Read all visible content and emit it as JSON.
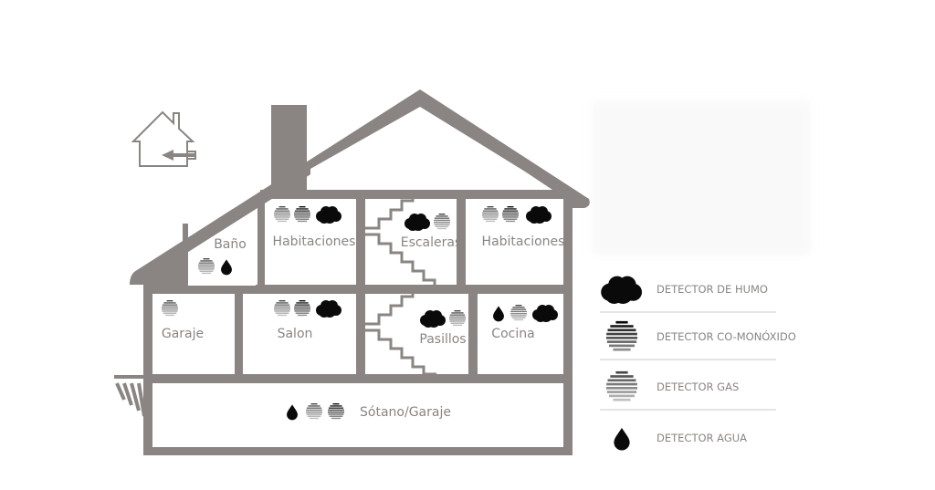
{
  "colors": {
    "wall": "#8a8582",
    "detector": "#0a0a0a",
    "label": "#8a8582",
    "divider": "#cfcbc8",
    "background": "#ffffff"
  },
  "entrance_icon": {
    "name": "house-entrance-arrow-icon"
  },
  "rooms": [
    {
      "id": "bano",
      "label": "Baño",
      "detectors": [
        "gas",
        "water"
      ]
    },
    {
      "id": "habitaciones-1",
      "label": "Habitaciones",
      "detectors": [
        "gas",
        "co",
        "smoke"
      ]
    },
    {
      "id": "escaleras",
      "label": "Escaleras",
      "detectors": [
        "smoke",
        "gas"
      ]
    },
    {
      "id": "habitaciones-2",
      "label": "Habitaciones",
      "detectors": [
        "gas",
        "co",
        "smoke"
      ]
    },
    {
      "id": "garaje",
      "label": "Garaje",
      "detectors": [
        "gas"
      ]
    },
    {
      "id": "salon",
      "label": "Salon",
      "detectors": [
        "gas",
        "co",
        "smoke"
      ]
    },
    {
      "id": "pasillos",
      "label": "Pasillos",
      "detectors": [
        "smoke",
        "gas"
      ]
    },
    {
      "id": "cocina",
      "label": "Cocina",
      "detectors": [
        "water",
        "gas",
        "smoke"
      ]
    },
    {
      "id": "sotano",
      "label": "Sótano/Garaje",
      "detectors": [
        "water",
        "gas",
        "co"
      ]
    }
  ],
  "legend": [
    {
      "type": "smoke",
      "icon": "smoke-cloud-icon",
      "label": "DETECTOR DE HUMO"
    },
    {
      "type": "co",
      "icon": "co-detector-icon",
      "label": "DETECTOR CO-MONÓXIDO"
    },
    {
      "type": "gas",
      "icon": "gas-detector-icon",
      "label": "DETECTOR GAS"
    },
    {
      "type": "water",
      "icon": "water-drop-icon",
      "label": "DETECTOR AGUA"
    }
  ]
}
